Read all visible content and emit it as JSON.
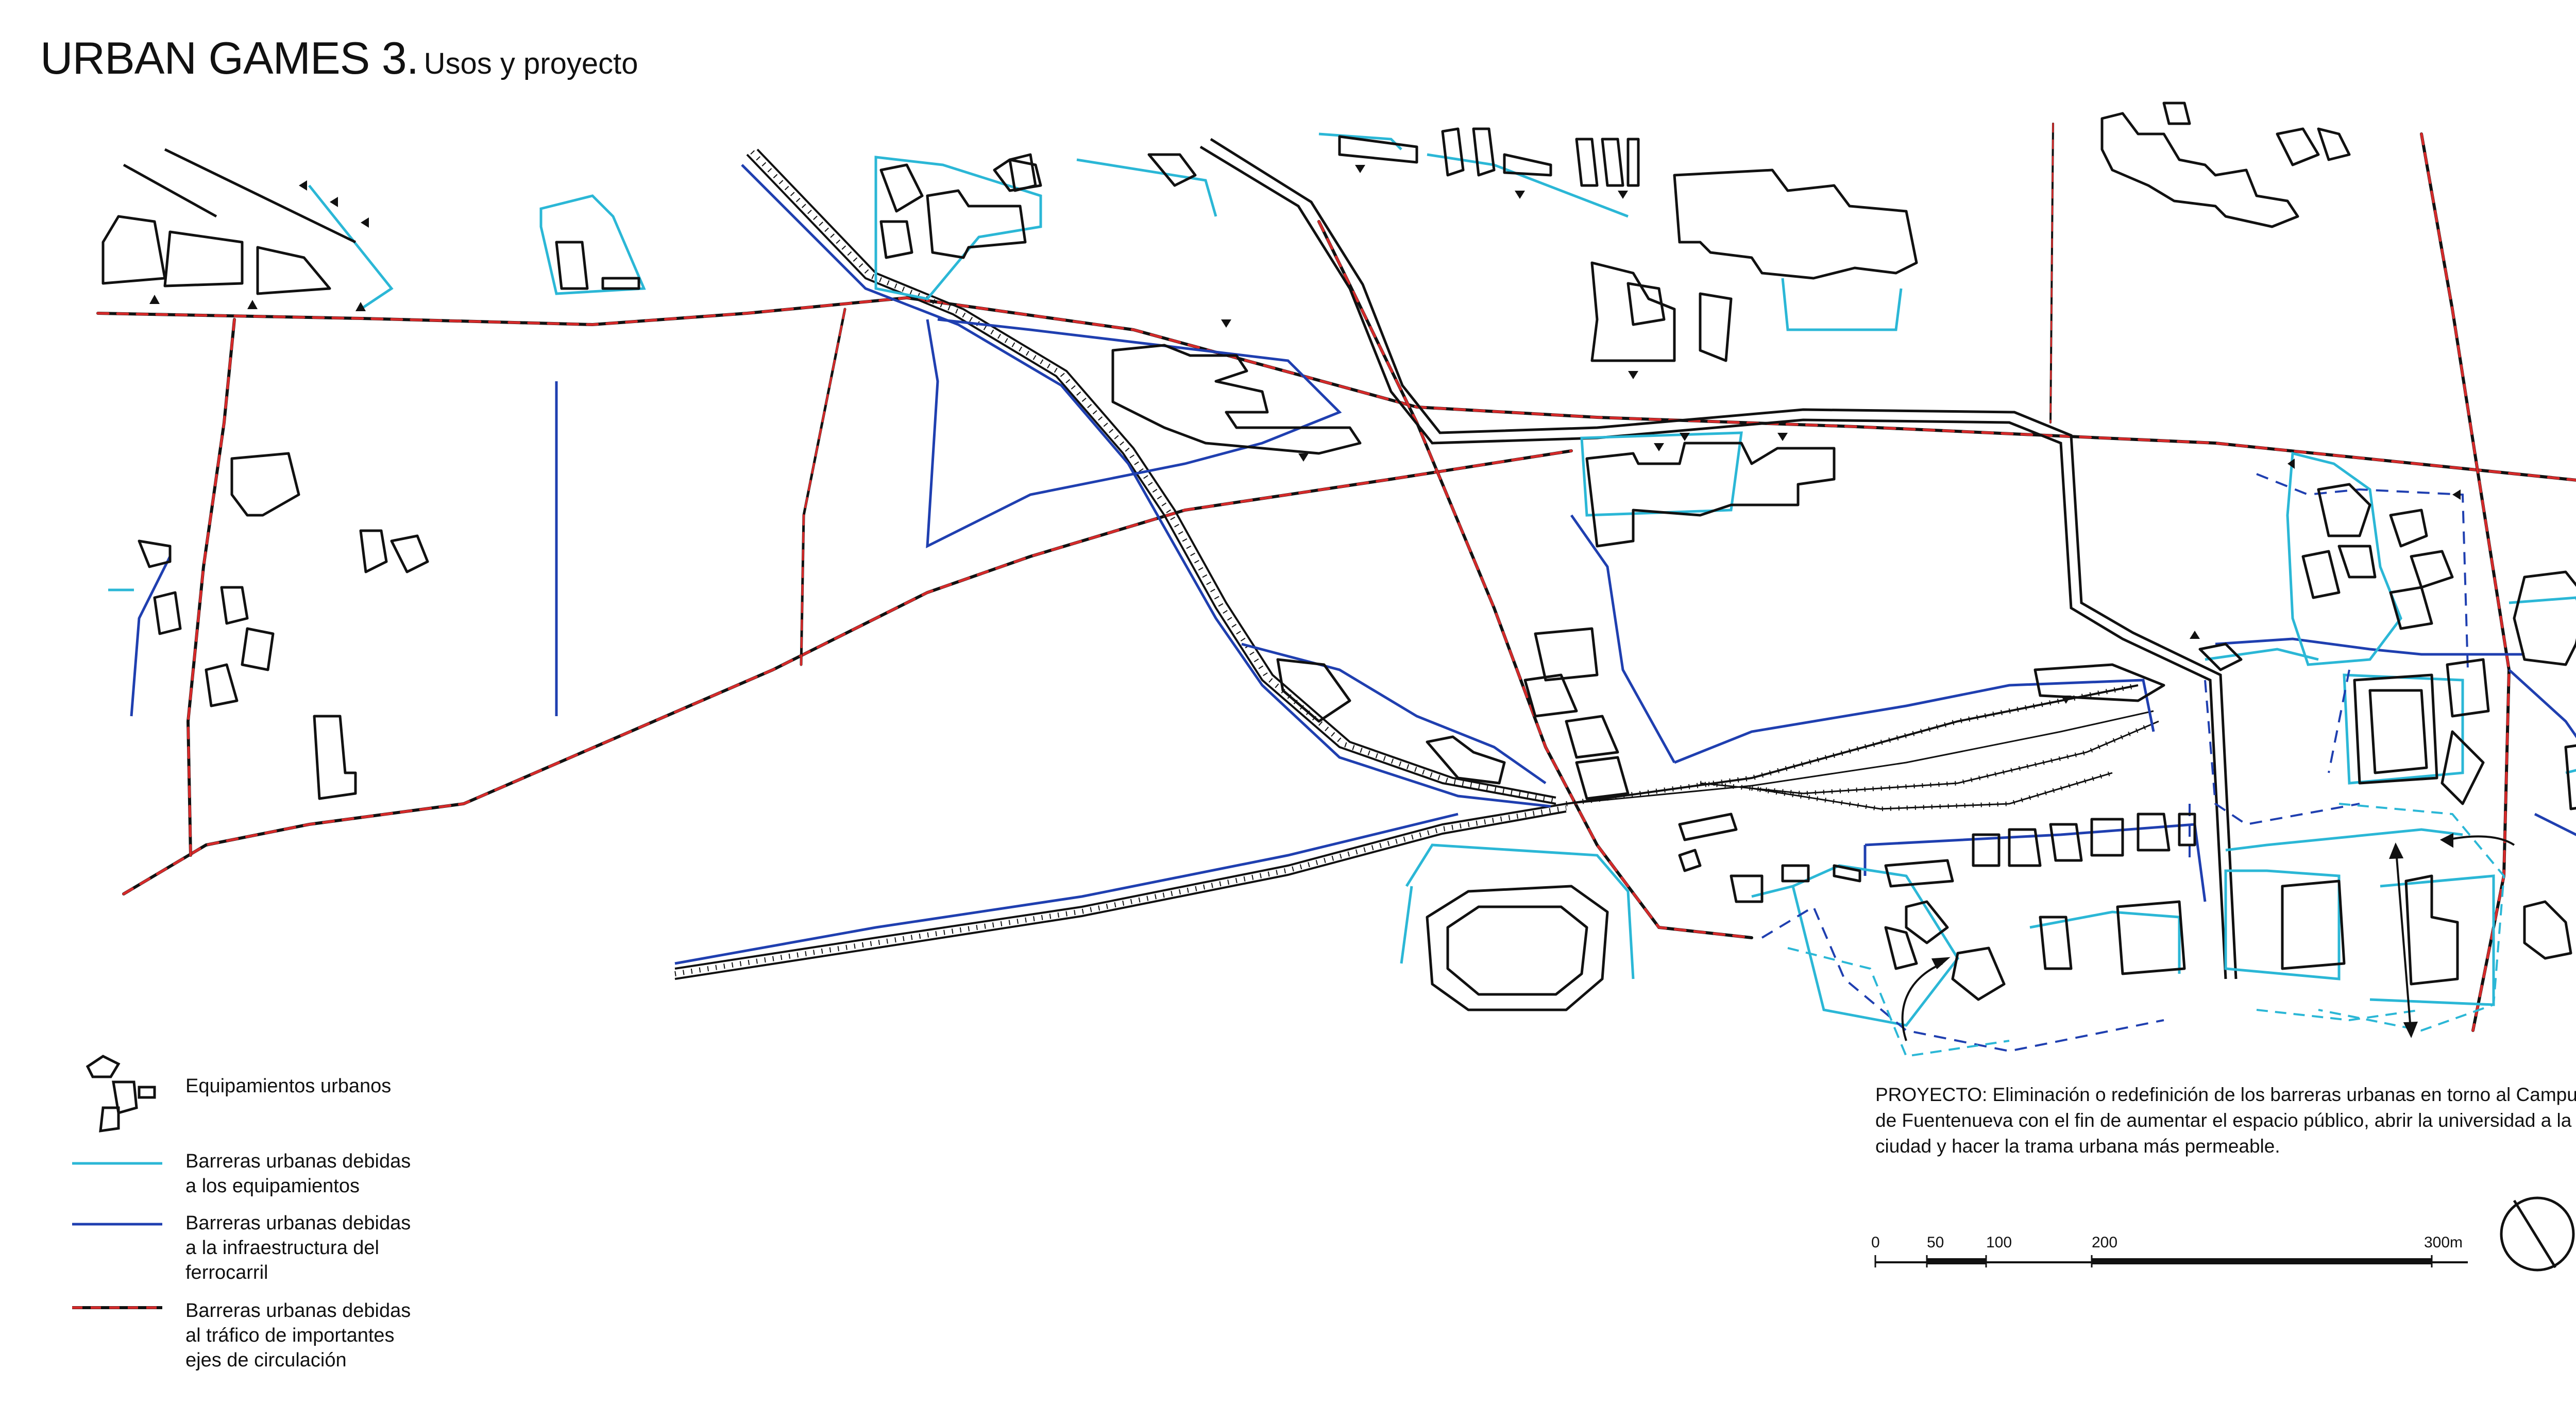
{
  "title": {
    "main": "URBAN GAMES 3.",
    "sub": "Usos y proyecto"
  },
  "legend": {
    "items": [
      {
        "key": "equipamientos",
        "label": "Equipamientos urbanos"
      },
      {
        "key": "barrera-equipamientos",
        "label": "Barreras urbanas debidas\na los equipamientos",
        "color": "#2bb7d6"
      },
      {
        "key": "barrera-ferrocarril",
        "label": "Barreras urbanas debidas\na la infraestructura del\nferrocarril",
        "color": "#1f3fb0"
      },
      {
        "key": "barrera-trafico",
        "label": "Barreras urbanas debidas\nal tráfico de importantes\nejes de circulación",
        "color": "#d62a2a"
      }
    ]
  },
  "project": {
    "text": "PROYECTO: Eliminación o redefinición de los barreras urbanas en torno al Campus de Fuentenueva con el fin de aumentar el espacio público, abrir la universidad a la ciudad y hacer la trama urbana más permeable."
  },
  "scale_bar": {
    "labels": [
      "0",
      "50",
      "100",
      "200",
      "300m"
    ]
  },
  "colors": {
    "equipment_barrier": "#2bb7d6",
    "rail_barrier": "#1f3fb0",
    "traffic_barrier_dash": "#d62a2a",
    "ink": "#111111"
  },
  "icons": {
    "north": "north-arrow-icon"
  }
}
